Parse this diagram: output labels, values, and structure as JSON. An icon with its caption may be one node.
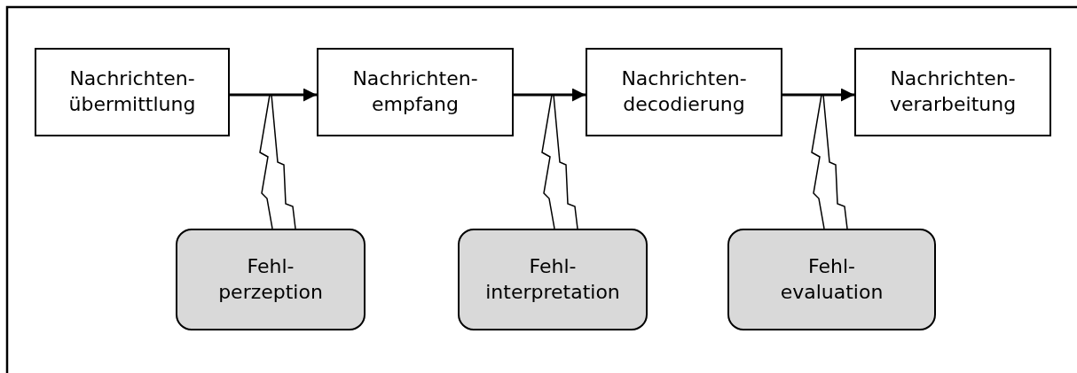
{
  "diagram": {
    "nodes": [
      {
        "text": [
          "Nachrichten- übermittlung"
        ]
      },
      {
        "text": [
          "Nachrichten- empfang"
        ]
      },
      {
        "text": [
          "Nachrichten- decodierung"
        ]
      },
      {
        "text": [
          "Nachrichten- verarbeitung"
        ]
      },
      {
        "text": [
          "Fehl- perzeption"
        ]
      },
      {
        "text": [
          "Fehl- interpretation"
        ]
      },
      {
        "text": [
          "Fehl- evaluation"
        ]
      }
    ],
    "edges": [
      {
        "from": 0,
        "to": 1,
        "arrow": "to"
      },
      {
        "from": 1,
        "to": 2,
        "arrow": "to"
      },
      {
        "from": 2,
        "to": 3,
        "arrow": "to"
      },
      {
        "from": 4,
        "to": null,
        "arrow": "none"
      },
      {
        "from": 5,
        "to": null,
        "arrow": "none"
      },
      {
        "from": 6,
        "to": null,
        "arrow": "none"
      }
    ]
  }
}
